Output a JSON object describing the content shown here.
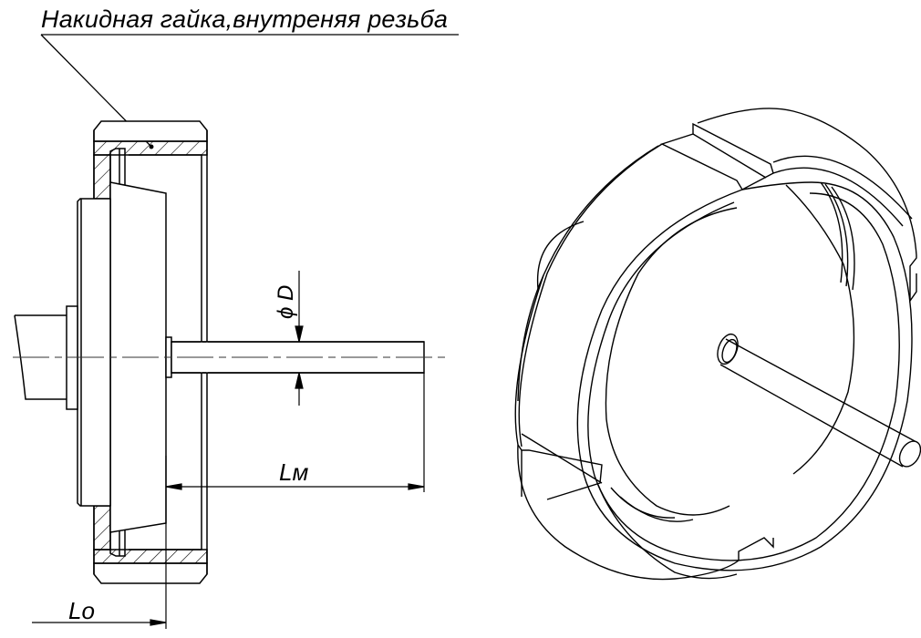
{
  "drawing": {
    "title": "Накидная гайка,внутреняя резьба",
    "dimensions": {
      "shaft_length_label": "Lм",
      "offset_label": "Lо",
      "diameter_label": "ϕ D"
    },
    "views": [
      {
        "name": "section-view",
        "description": "Side cross-section of union nut assembly with shaft"
      },
      {
        "name": "isometric-view",
        "description": "3D isometric view of union nut with shaft"
      }
    ],
    "colors": {
      "line": "#000000",
      "background": "#ffffff",
      "centerline": "#333333"
    }
  }
}
